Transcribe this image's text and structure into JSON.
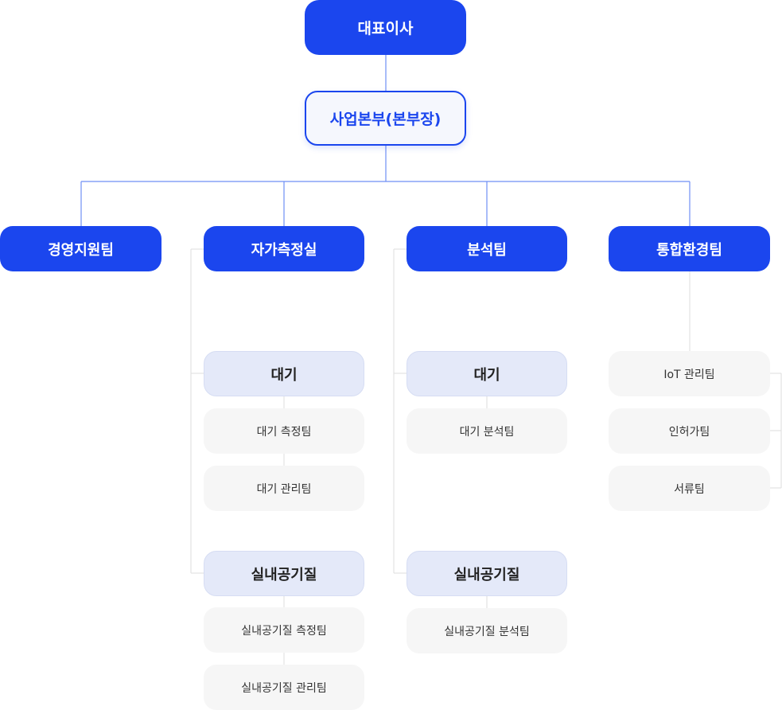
{
  "ceo": "대표이사",
  "division": "사업본부(본부장)",
  "teams": {
    "management": "경영지원팀",
    "self_measure": "자가측정실",
    "analysis": "분석팀",
    "integrated": "통합환경팀"
  },
  "self_measure": {
    "air": "대기",
    "air_units": [
      "대기 측정팀",
      "대기 관리팀"
    ],
    "indoor": "실내공기질",
    "indoor_units": [
      "실내공기질 측정팀",
      "실내공기질 관리팀"
    ]
  },
  "analysis": {
    "air": "대기",
    "air_units": [
      "대기 분석팀"
    ],
    "indoor": "실내공기질",
    "indoor_units": [
      "실내공기질 분석팀"
    ]
  },
  "integrated": {
    "units": [
      "IoT 관리팀",
      "인허가팀",
      "서류팀"
    ]
  },
  "colors": {
    "primary": "#1b46ee",
    "sub_header_bg": "#e4e9f9",
    "unit_bg": "#f6f6f6",
    "connector_blue": "#6f8ff5",
    "connector_gray": "#dddddd"
  }
}
